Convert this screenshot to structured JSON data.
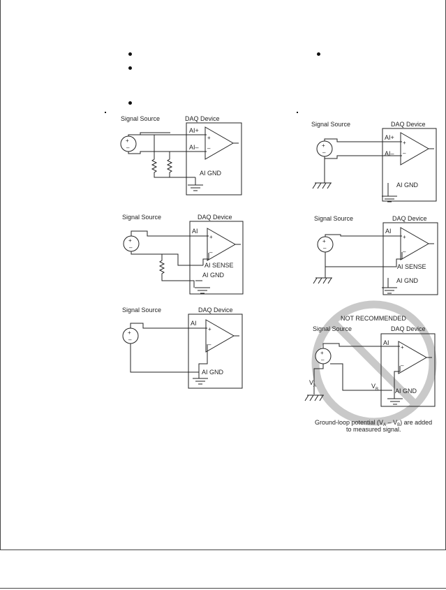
{
  "labels": {
    "signal_source": "Signal Source",
    "daq_device": "DAQ Device",
    "ai_plus": "AI+",
    "ai_minus": "AI–",
    "ai": "AI",
    "ai_gnd": "AI GND",
    "ai_sense": "AI SENSE",
    "not_recommended": "NOT RECOMMENDED",
    "va_main": "V",
    "va_sub": "A",
    "vb_main": "V",
    "vb_sub": "B",
    "plus": "+",
    "minus": "–",
    "caption_1": "Ground-loop potential (V",
    "caption_sub_a": "A",
    "caption_2": " – V",
    "caption_sub_b": "B",
    "caption_3": ") are added",
    "caption_line2": "to measured signal."
  },
  "colors": {
    "line": "#222222",
    "prohibit": "#c9c9c9"
  }
}
